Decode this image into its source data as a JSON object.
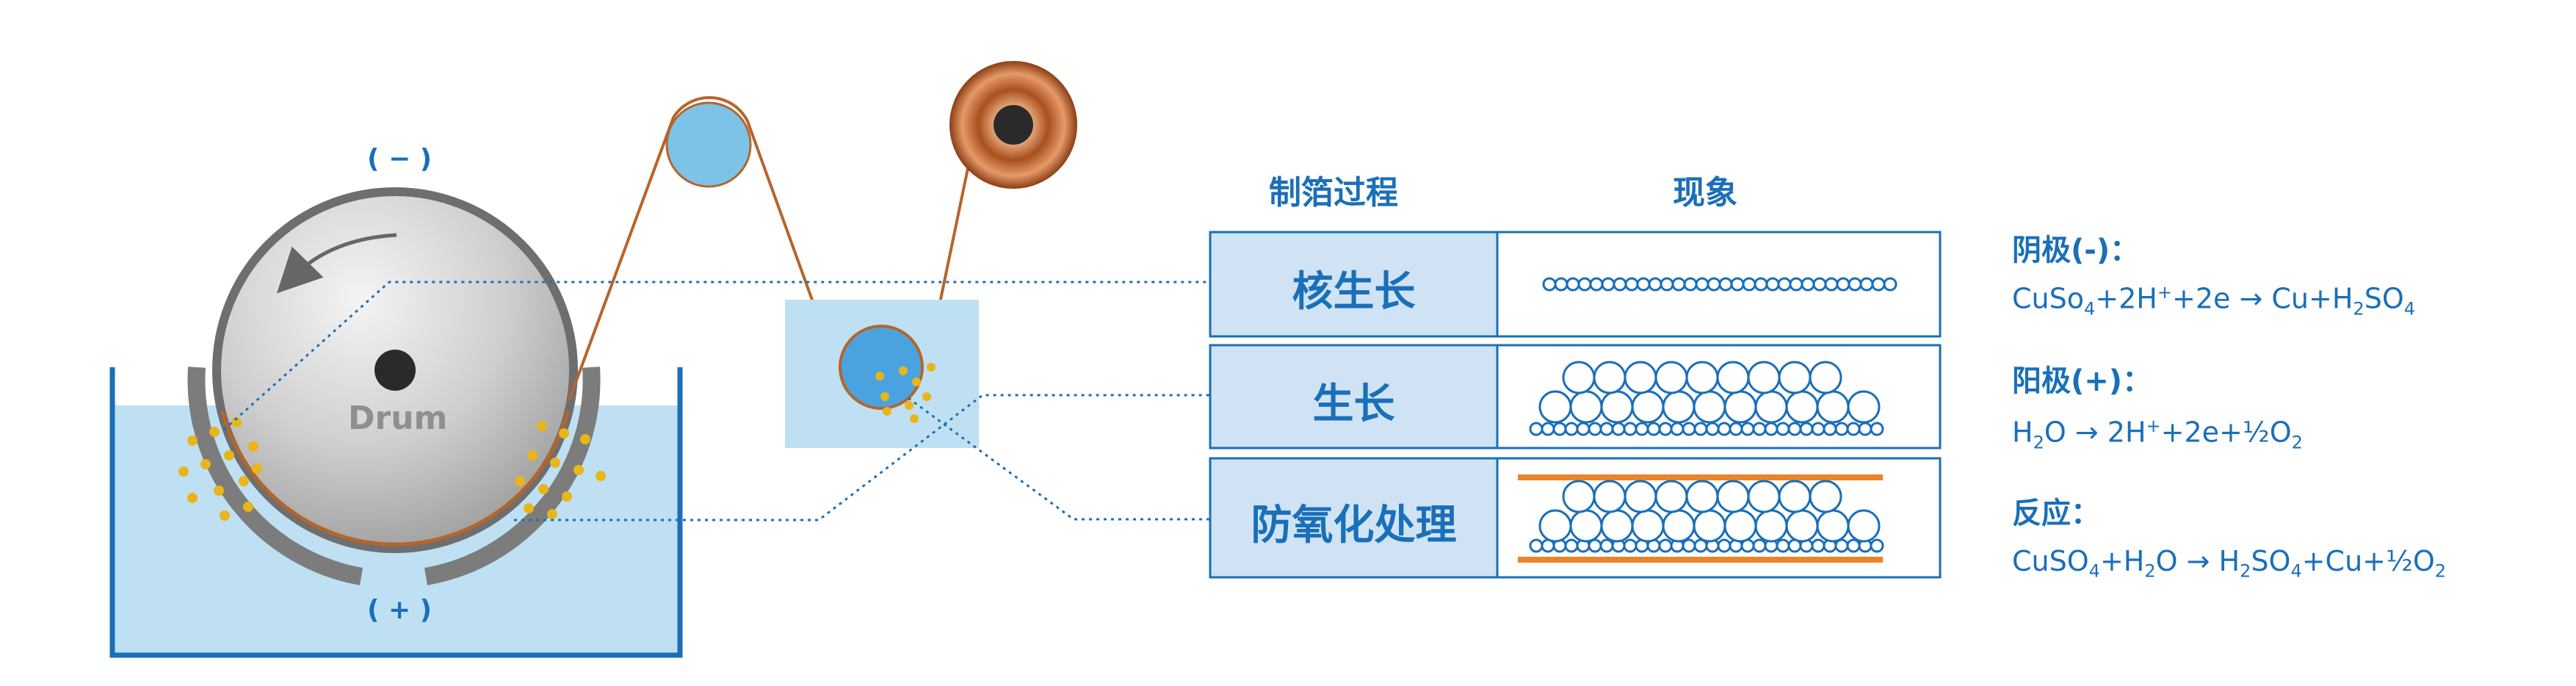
{
  "drum": {
    "label": "Drum",
    "negative_sign": "( − )",
    "positive_sign": "( + )"
  },
  "process_table": {
    "col_process": "制箔过程",
    "col_phenomenon": "现象",
    "rows": [
      {
        "stage": "核生长",
        "phenomenon": "single-row-nuclei"
      },
      {
        "stage": "生长",
        "phenomenon": "grown-particle-layers"
      },
      {
        "stage": "防氧化处理",
        "phenomenon": "particle-layers-with-coating"
      }
    ]
  },
  "reactions": {
    "cathode_title": "阴极(-)：",
    "cathode": {
      "p1": "CuSo",
      "s1": "4",
      "p2": "+2H",
      "sup1": "+",
      "p3": "+2e → Cu+H",
      "s2": "2",
      "p4": "SO",
      "s3": "4"
    },
    "anode_title": "阳极(+)：",
    "anode": {
      "p1": "H",
      "s1": "2",
      "p2": "O → 2H",
      "sup1": "+",
      "p3": "+2e+½O",
      "s2": "2"
    },
    "overall_title": "反应：",
    "overall": {
      "p1": "CuSO",
      "s1": "4",
      "p2": "+H",
      "s2": "2",
      "p3": "O → H",
      "s3": "2",
      "p4": "SO",
      "s4": "4",
      "p5": "+Cu+½O",
      "s5": "2"
    }
  },
  "colors": {
    "accent_blue": "#1a6fb8",
    "light_blue": "#cfe3f5",
    "electrolyte": "#bfe0f3",
    "copper": "#b5652b",
    "particle_yellow": "#e8b51a",
    "tank_blue": "#1a6fb8",
    "anode_gray": "#7c7c7c"
  }
}
